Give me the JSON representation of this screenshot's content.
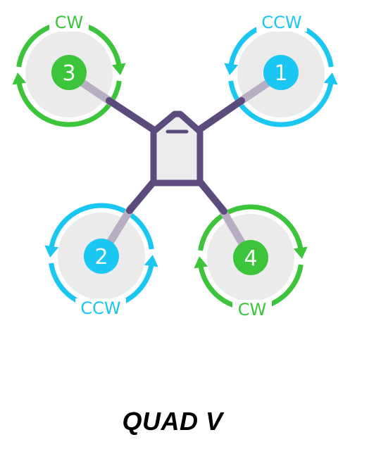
{
  "frame": {
    "title": "QUAD V"
  },
  "colors": {
    "frame": "#5a4b7c",
    "arm_tip": "#b7aec4",
    "body_fill": "#ececec",
    "prop_disk": "#ebebeb",
    "cw": "#3cc43a",
    "ccw": "#1ac6f2"
  },
  "motors": [
    {
      "number": "1",
      "direction": "CCW"
    },
    {
      "number": "2",
      "direction": "CCW"
    },
    {
      "number": "3",
      "direction": "CW"
    },
    {
      "number": "4",
      "direction": "CW"
    }
  ],
  "icons": {
    "rotation": "circular-arrow-icon",
    "body": "drone-body-icon"
  }
}
